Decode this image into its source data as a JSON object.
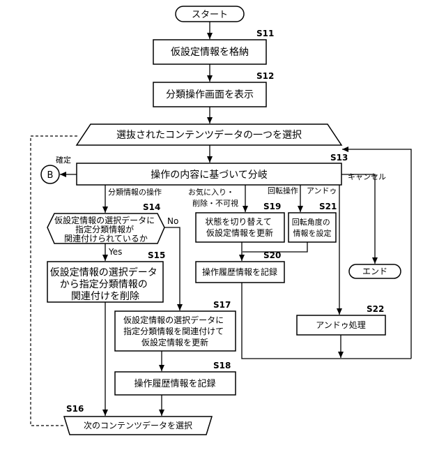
{
  "nodes": {
    "start": "スタート",
    "s11": "仮設定情報を格納",
    "s12": "分類操作画面を表示",
    "select_content": "選抜されたコンテンツデータの一つを選択",
    "s13": "操作の内容に基づいて分岐",
    "s14": [
      "仮設定情報の選択データに",
      "指定分類情報が",
      "関連付けられているか"
    ],
    "s15": [
      "仮設定情報の選択データ",
      "から指定分類情報の",
      "関連付けを削除"
    ],
    "s17": [
      "仮設定情報の選択データに",
      "指定分類情報を関連付けて",
      "仮設定情報を更新"
    ],
    "s18": "操作履歴情報を記録",
    "s16": "次のコンテンツデータを選択",
    "s19": [
      "状態を切り替えて",
      "仮設定情報を更新"
    ],
    "s21": [
      "回転角度の",
      "情報を設定"
    ],
    "s20": "操作履歴情報を記録",
    "s22": "アンドゥ処理",
    "end": "エンド",
    "connector_b": "B"
  },
  "steps": {
    "s11": "S11",
    "s12": "S12",
    "s13": "S13",
    "s14": "S14",
    "s15": "S15",
    "s16": "S16",
    "s17": "S17",
    "s18": "S18",
    "s19": "S19",
    "s20": "S20",
    "s21": "S21",
    "s22": "S22"
  },
  "edge_labels": {
    "confirm": "確定",
    "classification": "分類情報の操作",
    "favorite": [
      "お気に入り・",
      "削除・不可視"
    ],
    "rotate": "回転操作",
    "undo": "アンドゥ",
    "cancel": "キャンセル",
    "yes": "Yes",
    "no": "No"
  }
}
